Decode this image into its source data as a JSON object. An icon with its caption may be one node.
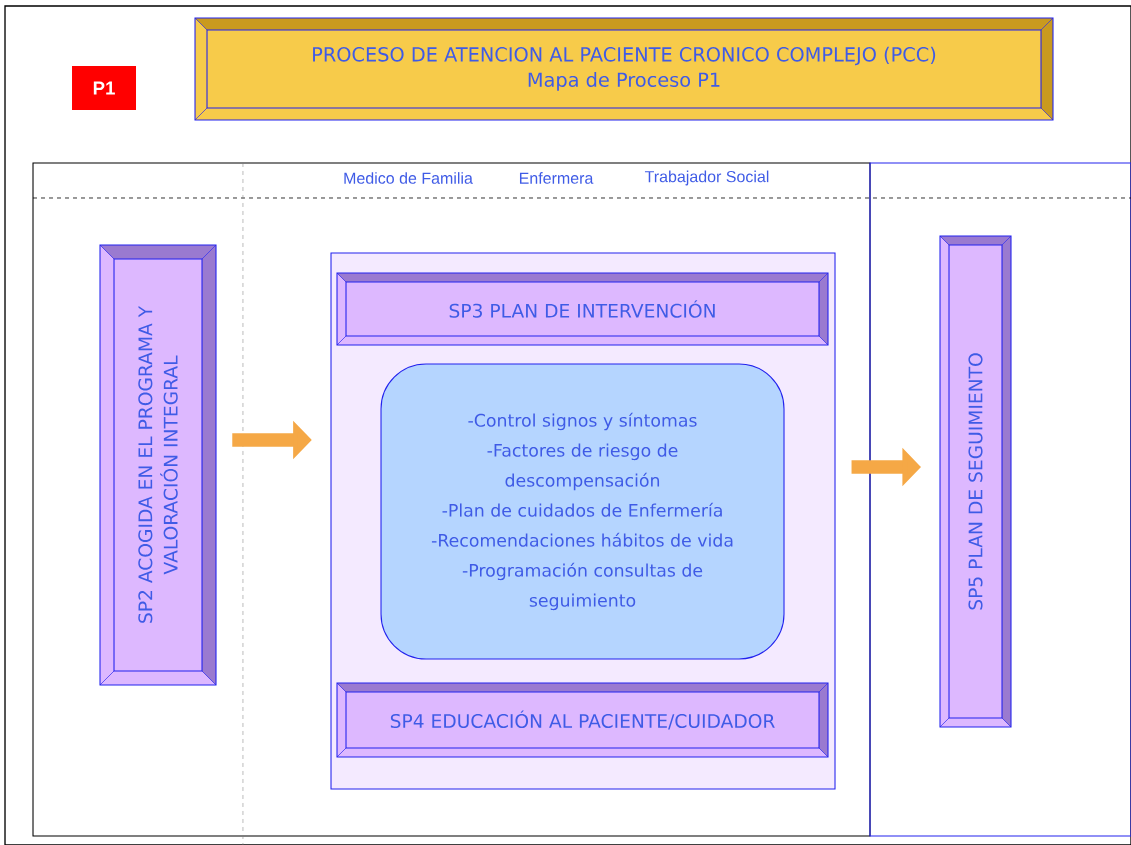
{
  "diagram": {
    "nodes": [
      {
        "text": [
          "PROCESO DE ATENCION AL PACIENTE CRONICO COMPLEJO (PCC)",
          "Mapa de Proceso P1"
        ]
      },
      {
        "text": [
          "P1"
        ]
      },
      {
        "text": [
          "SP2 ACOGIDA EN EL PROGRAMA Y VALORACIÓN INTEGRAL"
        ]
      },
      {
        "text": [],
        "shape": "box"
      },
      {
        "text": [
          "SP3 PLAN DE INTERVENCIÓN"
        ],
        "in": 3
      },
      {
        "text": [
          "-Control signos y síntomas",
          "-Factores de riesgo de descompensación",
          "-Plan de cuidados de Enfermería",
          "-Recomendaciones hábitos de vida",
          "-Programación consultas de seguimiento"
        ],
        "in": 3
      },
      {
        "text": [
          "SP4 EDUCACIÓN AL PACIENTE/CUIDADOR"
        ],
        "in": 3
      },
      {
        "text": [
          "SP5 PLAN DE SEGUIMIENTO"
        ]
      }
    ],
    "edges": [
      {
        "from": 2,
        "to": 3,
        "arrow": "to"
      },
      {
        "from": 3,
        "to": 7,
        "arrow": "to"
      }
    ],
    "labels": [
      "Medico de Familia",
      "Enfermera",
      "Trabajador Social"
    ]
  }
}
